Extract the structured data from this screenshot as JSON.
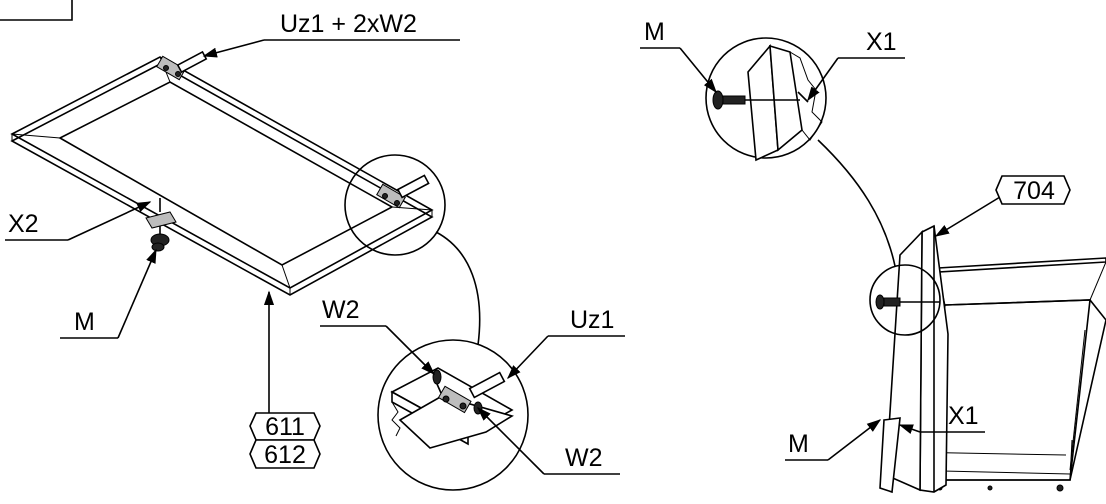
{
  "labels": {
    "uz1_2xw2": "Uz1 + 2xW2",
    "x2": "X2",
    "m_left": "M",
    "w2_top": "W2",
    "uz1_detail": "Uz1",
    "w2_bottom": "W2",
    "m_detail": "M",
    "x1_detail": "X1",
    "m_right": "M",
    "x1_right": "X1"
  },
  "part_numbers": {
    "p611": "611",
    "p612": "612",
    "p704": "704"
  }
}
